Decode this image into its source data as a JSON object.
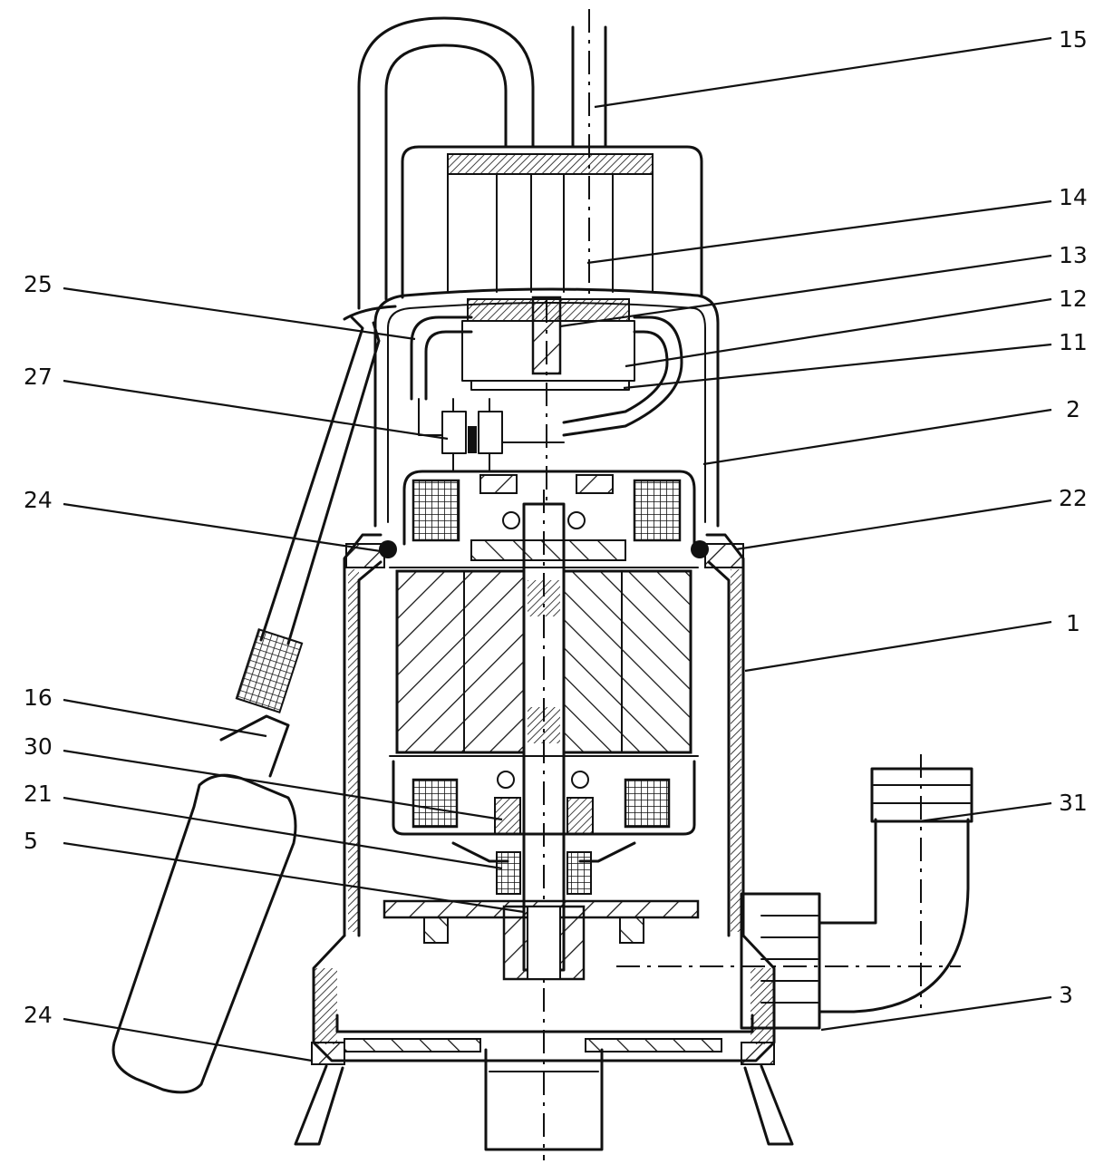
{
  "diagram": {
    "labels": [
      {
        "id": "15",
        "text": "15"
      },
      {
        "id": "14",
        "text": "14"
      },
      {
        "id": "13",
        "text": "13"
      },
      {
        "id": "12",
        "text": "12"
      },
      {
        "id": "11",
        "text": "11"
      },
      {
        "id": "2",
        "text": "2"
      },
      {
        "id": "22",
        "text": "22"
      },
      {
        "id": "1",
        "text": "1"
      },
      {
        "id": "31",
        "text": "31"
      },
      {
        "id": "3",
        "text": "3"
      },
      {
        "id": "25",
        "text": "25"
      },
      {
        "id": "27",
        "text": "27"
      },
      {
        "id": "24a",
        "text": "24"
      },
      {
        "id": "16",
        "text": "16"
      },
      {
        "id": "30",
        "text": "30"
      },
      {
        "id": "21",
        "text": "21"
      },
      {
        "id": "5",
        "text": "5"
      },
      {
        "id": "24b",
        "text": "24"
      }
    ]
  }
}
